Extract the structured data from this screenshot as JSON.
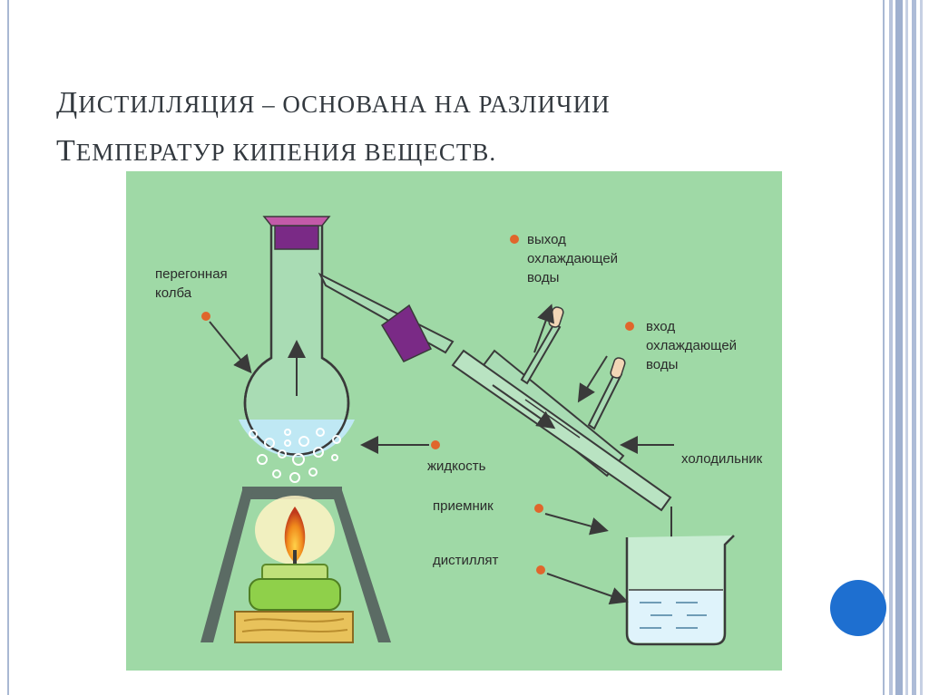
{
  "title": {
    "part1_big": "Д",
    "part1_rest": "ИСТИЛЛЯЦИЯ",
    "dash": " – ",
    "part2_rest": "ОСНОВАНА НА РАЗЛИЧИИ",
    "line2_big": "Т",
    "line2_rest": "ЕМПЕРАТУР КИПЕНИЯ ВЕЩЕСТВ."
  },
  "labels": {
    "flask_1": "перегонная",
    "flask_2": "колба",
    "out_1": "выход",
    "out_2": "охлаждающей",
    "out_3": "воды",
    "in_1": "вход",
    "in_2": "охлаждающей",
    "in_3": "воды",
    "liquid": "жидкость",
    "condenser": "холодильник",
    "receiver": "приемник",
    "distillate": "дистиллят"
  },
  "colors": {
    "diagram_bg": "#9fd9a6",
    "liquid": "#bfe8f4",
    "stopper": "#7a2a86",
    "burner": "#8fd04a",
    "base": "#e8c25b",
    "dot": "#e0662c",
    "accent": "#1e6fd0",
    "frame": "#a9b8d3"
  },
  "icons": [
    "flame-icon",
    "bubble-icon",
    "arrow-icon"
  ]
}
